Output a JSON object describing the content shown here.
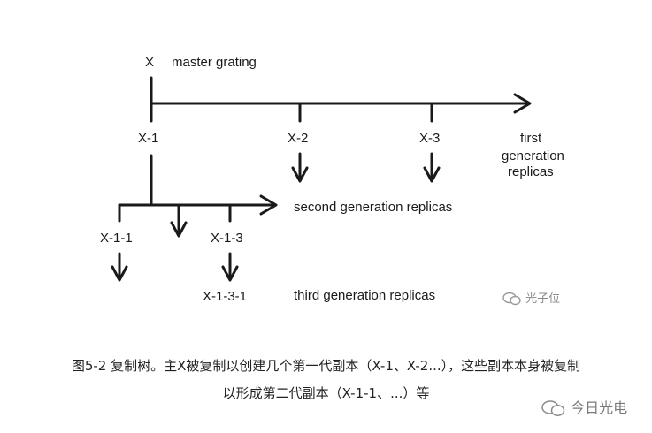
{
  "diagram": {
    "root_label": "X",
    "root_desc": "master grating",
    "first_gen": [
      "X-1",
      "X-2",
      "X-3"
    ],
    "first_gen_desc": [
      "first",
      "generation",
      "replicas"
    ],
    "second_gen": [
      "X-1-1",
      "X-1-3"
    ],
    "second_gen_desc": "second generation replicas",
    "third_gen": [
      "X-1-3-1"
    ],
    "third_gen_desc": "third generation replicas"
  },
  "watermark_inner": "光子位",
  "caption": {
    "line1": "图5-2 复制树。主X被复制以创建几个第一代副本（X-1、X-2...），这些副本本身被复制",
    "line2": "以形成第二代副本（X-1-1、...）等"
  },
  "watermark_footer": "今日光电"
}
